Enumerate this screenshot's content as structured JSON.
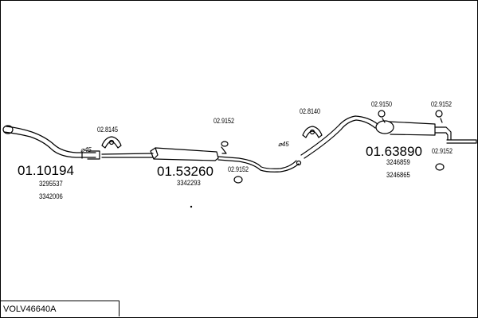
{
  "model": "VOLV46640A",
  "groups": [
    {
      "main_part": "01.10194",
      "refs": [
        "3295537",
        "3342006"
      ]
    },
    {
      "main_part": "01.53260",
      "refs": [
        "3342293"
      ]
    },
    {
      "main_part": "01.63890",
      "refs": [
        "3246859",
        "3246865"
      ]
    }
  ],
  "accessories": [
    {
      "code": "02.8145"
    },
    {
      "code": "02.9152"
    },
    {
      "code": "02.9152"
    },
    {
      "code": "02.8140"
    },
    {
      "code": "02.9150"
    },
    {
      "code": "02.9152"
    },
    {
      "code": "02.9152"
    }
  ],
  "diameters": [
    "⌀45",
    "⌀45"
  ]
}
